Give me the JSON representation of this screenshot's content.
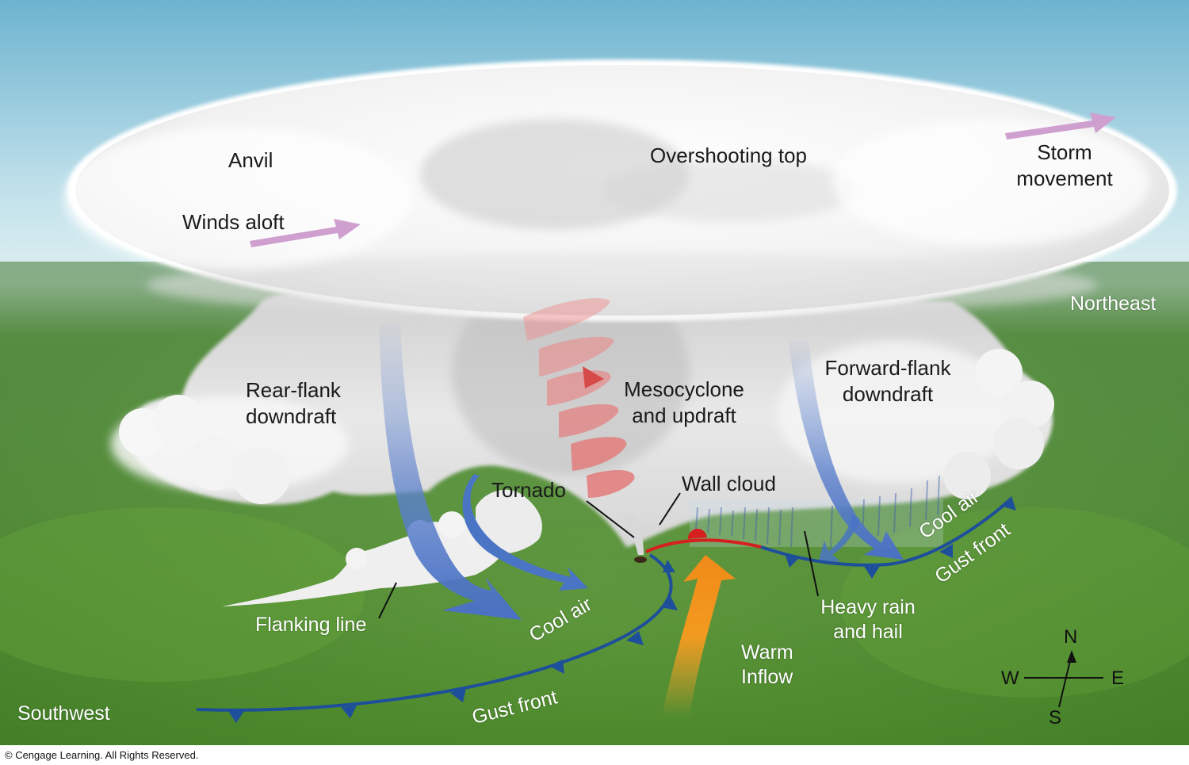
{
  "labels": {
    "anvil": "Anvil",
    "overshooting_top": "Overshooting top",
    "storm_movement_1": "Storm",
    "storm_movement_2": "movement",
    "winds_aloft": "Winds aloft",
    "northeast": "Northeast",
    "southwest": "Southwest",
    "rear_flank_1": "Rear-flank",
    "rear_flank_2": "downdraft",
    "mesocyclone_1": "Mesocyclone",
    "mesocyclone_2": "and updraft",
    "forward_flank_1": "Forward-flank",
    "forward_flank_2": "downdraft",
    "tornado": "Tornado",
    "wall_cloud": "Wall cloud",
    "flanking_line": "Flanking line",
    "cool_air_left": "Cool air",
    "cool_air_right": "Cool air",
    "gust_front_left": "Gust front",
    "gust_front_right": "Gust  front",
    "heavy_rain_1": "Heavy rain",
    "heavy_rain_2": "and hail",
    "warm_inflow_1": "Warm",
    "warm_inflow_2": "Inflow"
  },
  "compass": {
    "n": "N",
    "s": "S",
    "e": "E",
    "w": "W"
  },
  "copyright": "© Cengage Learning. All Rights Reserved.",
  "colors": {
    "sky_top": "#6fb4cf",
    "ground": "#4f8a2c",
    "cloud": "#f4f4f4",
    "downdraft_arrow": "#4a74c4",
    "updraft_spiral": "#e86a6a",
    "gust_front": "#1e4f9a",
    "warm_front": "#d62020",
    "warm_inflow": "#f0921c",
    "movement_arrow": "#cfa0cf"
  },
  "icons": [
    "storm-movement-arrow",
    "winds-aloft-arrow",
    "compass-rose"
  ]
}
